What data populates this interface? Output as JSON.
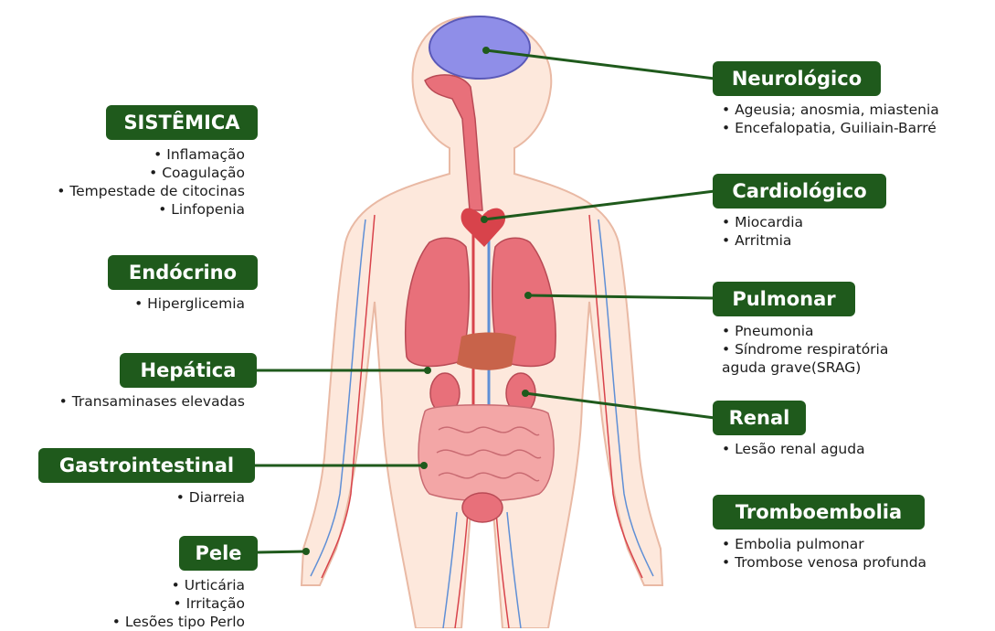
{
  "colors": {
    "badge_bg": "#1f5a1c",
    "badge_text": "#ffffff",
    "connector": "#1f5a1c",
    "skin": "#fde8dc",
    "skin_outline": "#e9b9a4",
    "organs": "#e8707a",
    "brain": "#8f8ee8",
    "vein": "#5f8fd6",
    "artery": "#d8434b"
  },
  "left_groups": [
    {
      "id": "sistemica",
      "title": "SISTÊMICA",
      "items": [
        "• Inflamação",
        "• Coagulação",
        "• Tempestade de citocinas",
        "• Linfopenia"
      ]
    },
    {
      "id": "endocrino",
      "title": "Endócrino",
      "items": [
        "• Hiperglicemia"
      ]
    },
    {
      "id": "hepatica",
      "title": "Hepática",
      "items": [
        "• Transaminases elevadas"
      ]
    },
    {
      "id": "gastrointestinal",
      "title": "Gastrointestinal",
      "items": [
        "• Diarreia"
      ]
    },
    {
      "id": "pele",
      "title": "Pele",
      "items": [
        "• Urticária",
        "• Irritação",
        "• Lesões tipo Perlo"
      ]
    }
  ],
  "right_groups": [
    {
      "id": "neurologico",
      "title": "Neurológico",
      "items": [
        "• Ageusia; anosmia, miastenia",
        "• Encefalopatia, Guiliain-Barré"
      ]
    },
    {
      "id": "cardiologico",
      "title": "Cardiológico",
      "items": [
        "• Miocardia",
        "• Arritmia"
      ]
    },
    {
      "id": "pulmonar",
      "title": "Pulmonar",
      "items": [
        "• Pneumonia",
        "• Síndrome respiratória",
        "aguda grave(SRAG)"
      ]
    },
    {
      "id": "renal",
      "title": "Renal",
      "items": [
        "• Lesão renal aguda"
      ]
    },
    {
      "id": "tromboembolia",
      "title": "Tromboembolia",
      "items": [
        "• Embolia pulmonar",
        "• Trombose venosa profunda"
      ]
    }
  ]
}
